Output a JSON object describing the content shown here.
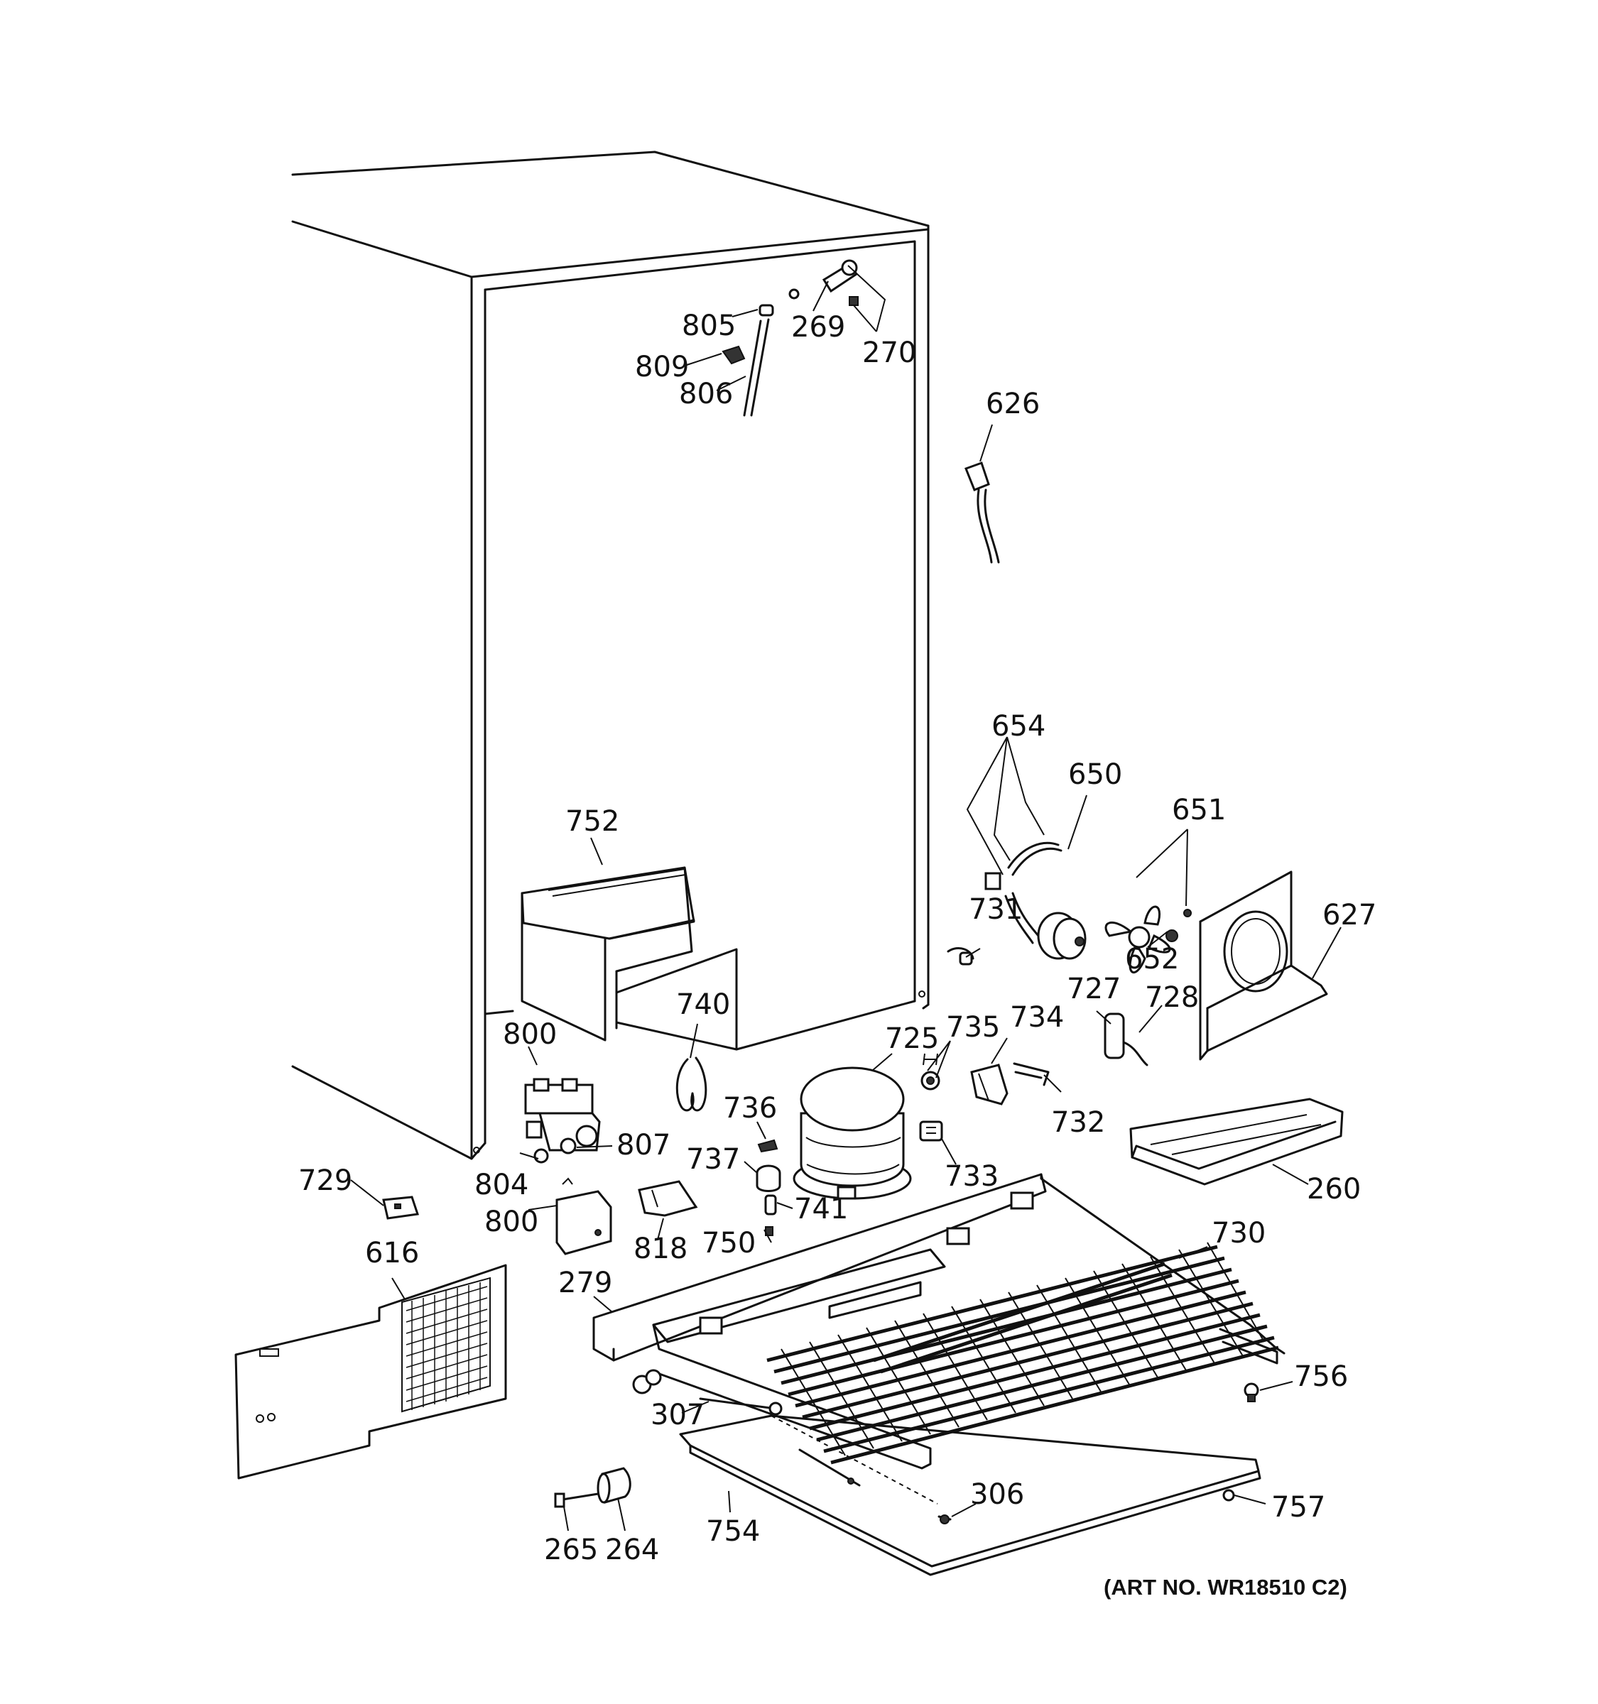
{
  "diagram": {
    "labels": [
      {
        "id": "805",
        "text": "805"
      },
      {
        "id": "269",
        "text": "269"
      },
      {
        "id": "270",
        "text": "270"
      },
      {
        "id": "809",
        "text": "809"
      },
      {
        "id": "806",
        "text": "806"
      },
      {
        "id": "626",
        "text": "626"
      },
      {
        "id": "654",
        "text": "654"
      },
      {
        "id": "650",
        "text": "650"
      },
      {
        "id": "651",
        "text": "651"
      },
      {
        "id": "752",
        "text": "752"
      },
      {
        "id": "731",
        "text": "731"
      },
      {
        "id": "627",
        "text": "627"
      },
      {
        "id": "652",
        "text": "652"
      },
      {
        "id": "727",
        "text": "727"
      },
      {
        "id": "728",
        "text": "728"
      },
      {
        "id": "740",
        "text": "740"
      },
      {
        "id": "800a",
        "text": "800"
      },
      {
        "id": "725",
        "text": "725"
      },
      {
        "id": "735",
        "text": "735"
      },
      {
        "id": "734",
        "text": "734"
      },
      {
        "id": "736",
        "text": "736"
      },
      {
        "id": "807",
        "text": "807"
      },
      {
        "id": "732",
        "text": "732"
      },
      {
        "id": "737",
        "text": "737"
      },
      {
        "id": "729",
        "text": "729"
      },
      {
        "id": "804",
        "text": "804"
      },
      {
        "id": "733",
        "text": "733"
      },
      {
        "id": "260",
        "text": "260"
      },
      {
        "id": "741",
        "text": "741"
      },
      {
        "id": "800b",
        "text": "800"
      },
      {
        "id": "730",
        "text": "730"
      },
      {
        "id": "750",
        "text": "750"
      },
      {
        "id": "818",
        "text": "818"
      },
      {
        "id": "616",
        "text": "616"
      },
      {
        "id": "279",
        "text": "279"
      },
      {
        "id": "756",
        "text": "756"
      },
      {
        "id": "307",
        "text": "307"
      },
      {
        "id": "306",
        "text": "306"
      },
      {
        "id": "757",
        "text": "757"
      },
      {
        "id": "754",
        "text": "754"
      },
      {
        "id": "265",
        "text": "265"
      },
      {
        "id": "264",
        "text": "264"
      }
    ],
    "art_number": "(ART NO. WR18510 C2)"
  }
}
